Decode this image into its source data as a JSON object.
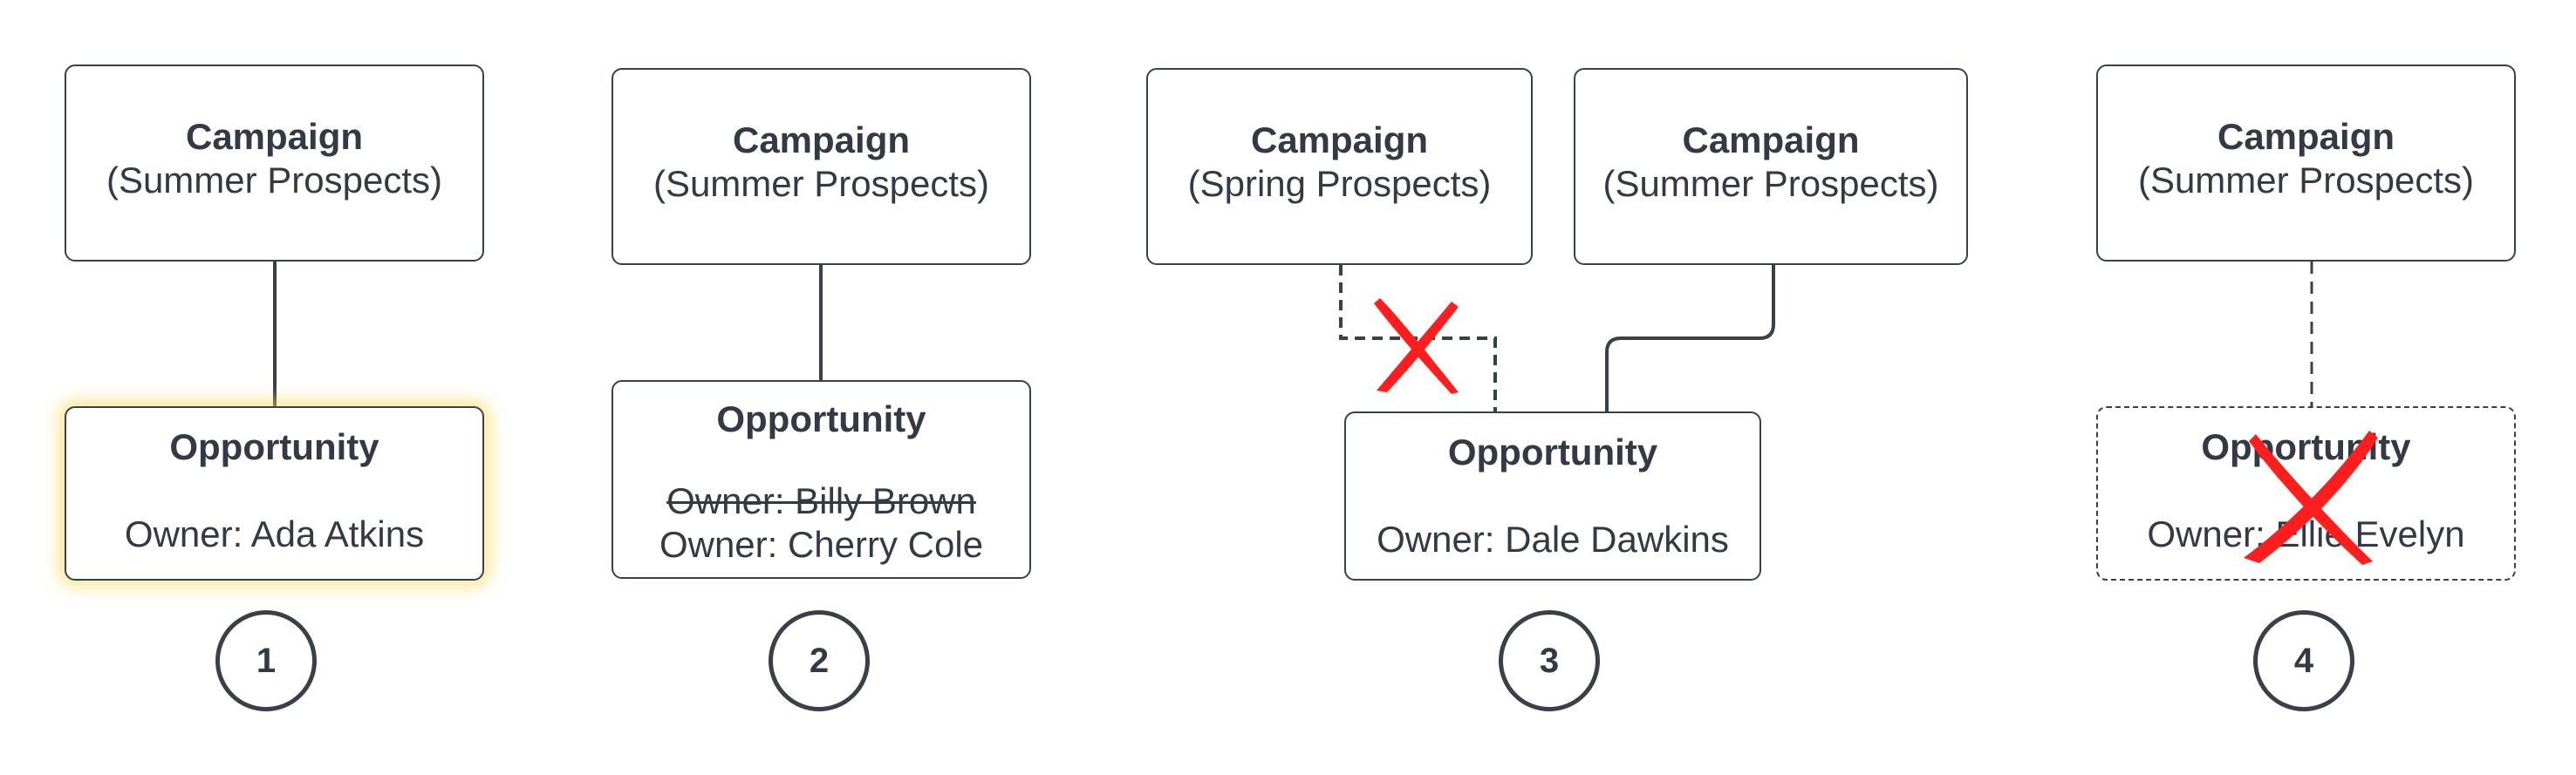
{
  "diagrams": [
    {
      "step": "1",
      "campaigns": [
        {
          "title": "Campaign",
          "name": "(Summer Prospects)"
        }
      ],
      "opportunity": {
        "title": "Opportunity",
        "owner": "Owner: Ada Atkins",
        "highlighted": true
      }
    },
    {
      "step": "2",
      "campaigns": [
        {
          "title": "Campaign",
          "name": "(Summer Prospects)"
        }
      ],
      "opportunity": {
        "title": "Opportunity",
        "previous_owner": "Owner: Billy Brown",
        "owner": "Owner: Cherry Cole"
      }
    },
    {
      "step": "3",
      "campaigns": [
        {
          "title": "Campaign",
          "name": "(Spring Prospects)",
          "link": "removed"
        },
        {
          "title": "Campaign",
          "name": "(Summer Prospects)",
          "link": "active"
        }
      ],
      "opportunity": {
        "title": "Opportunity",
        "owner": "Owner: Dale Dawkins"
      }
    },
    {
      "step": "4",
      "campaigns": [
        {
          "title": "Campaign",
          "name": "(Summer Prospects)"
        }
      ],
      "opportunity": {
        "title": "Opportunity",
        "owner": "Owner: Ellie Evelyn",
        "deleted": true
      }
    }
  ],
  "colors": {
    "line": "#3a404a",
    "highlight": "#f6d750",
    "cross": "#ff1e1e",
    "text": "#333a45"
  },
  "icons": [
    "x-mark-icon"
  ]
}
